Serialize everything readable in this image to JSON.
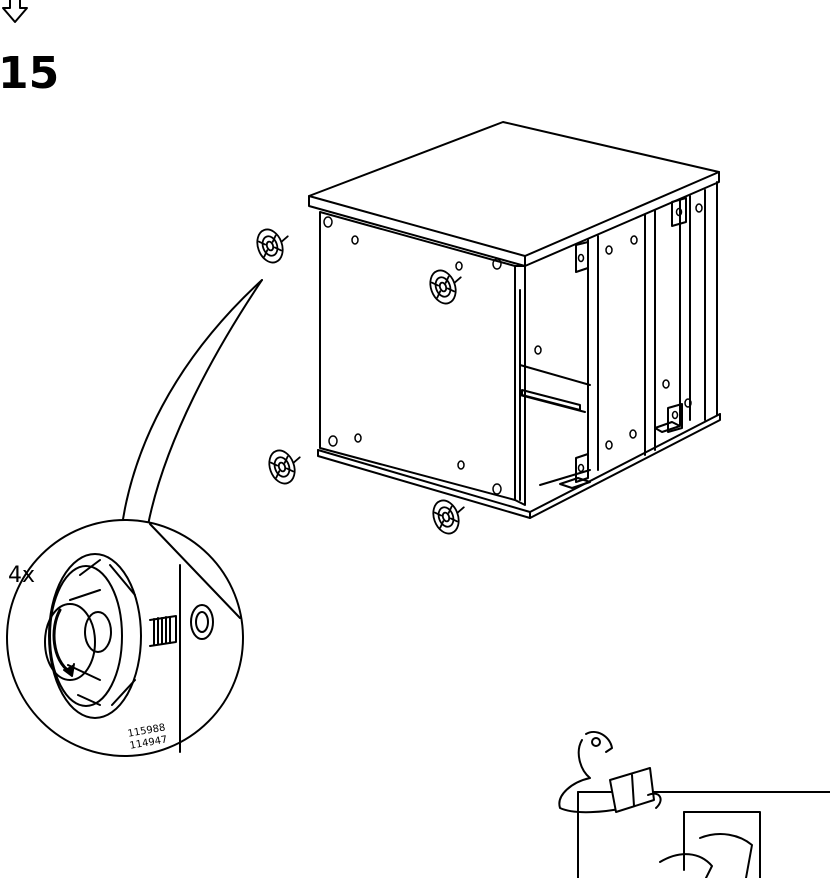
{
  "step": {
    "number": "15"
  },
  "detail": {
    "quantity": "4x",
    "part_numbers": [
      "115988",
      "114947"
    ]
  },
  "icons": [
    "down-arrow-icon",
    "foot-glide-icon",
    "read-manual-icon"
  ]
}
